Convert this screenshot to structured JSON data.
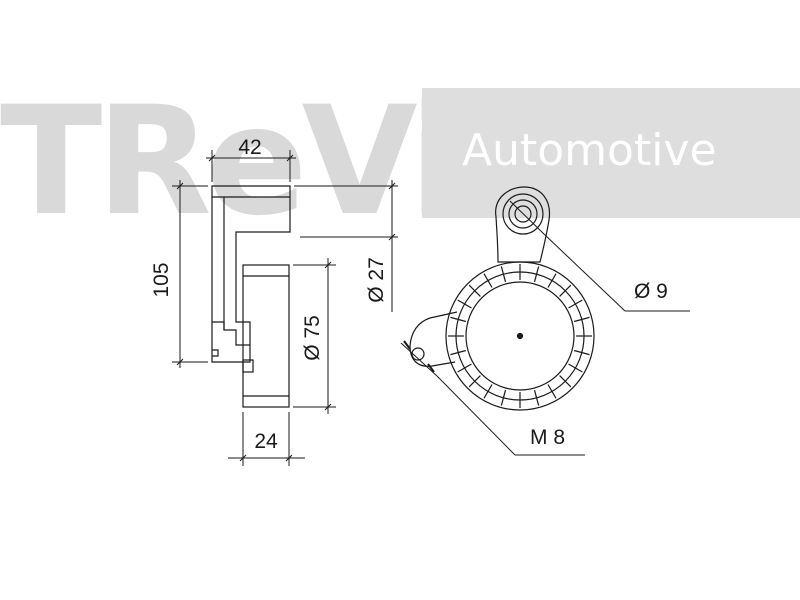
{
  "watermark": {
    "brand": "TReVi",
    "tagline": "Automotive",
    "colors": {
      "brand_gray": "#d9d9d9",
      "panel_gray": "#dedede",
      "tagline_text": "#ffffff"
    }
  },
  "dimensions": {
    "width_top": "42",
    "height_total": "105",
    "pulley_diameter": "Ø 75",
    "pulley_width": "24",
    "bore_diameter": "Ø 27",
    "mount_hole_diameter": "Ø 9",
    "bolt_thread": "M 8"
  },
  "colors": {
    "line": "#1a1a1a"
  }
}
